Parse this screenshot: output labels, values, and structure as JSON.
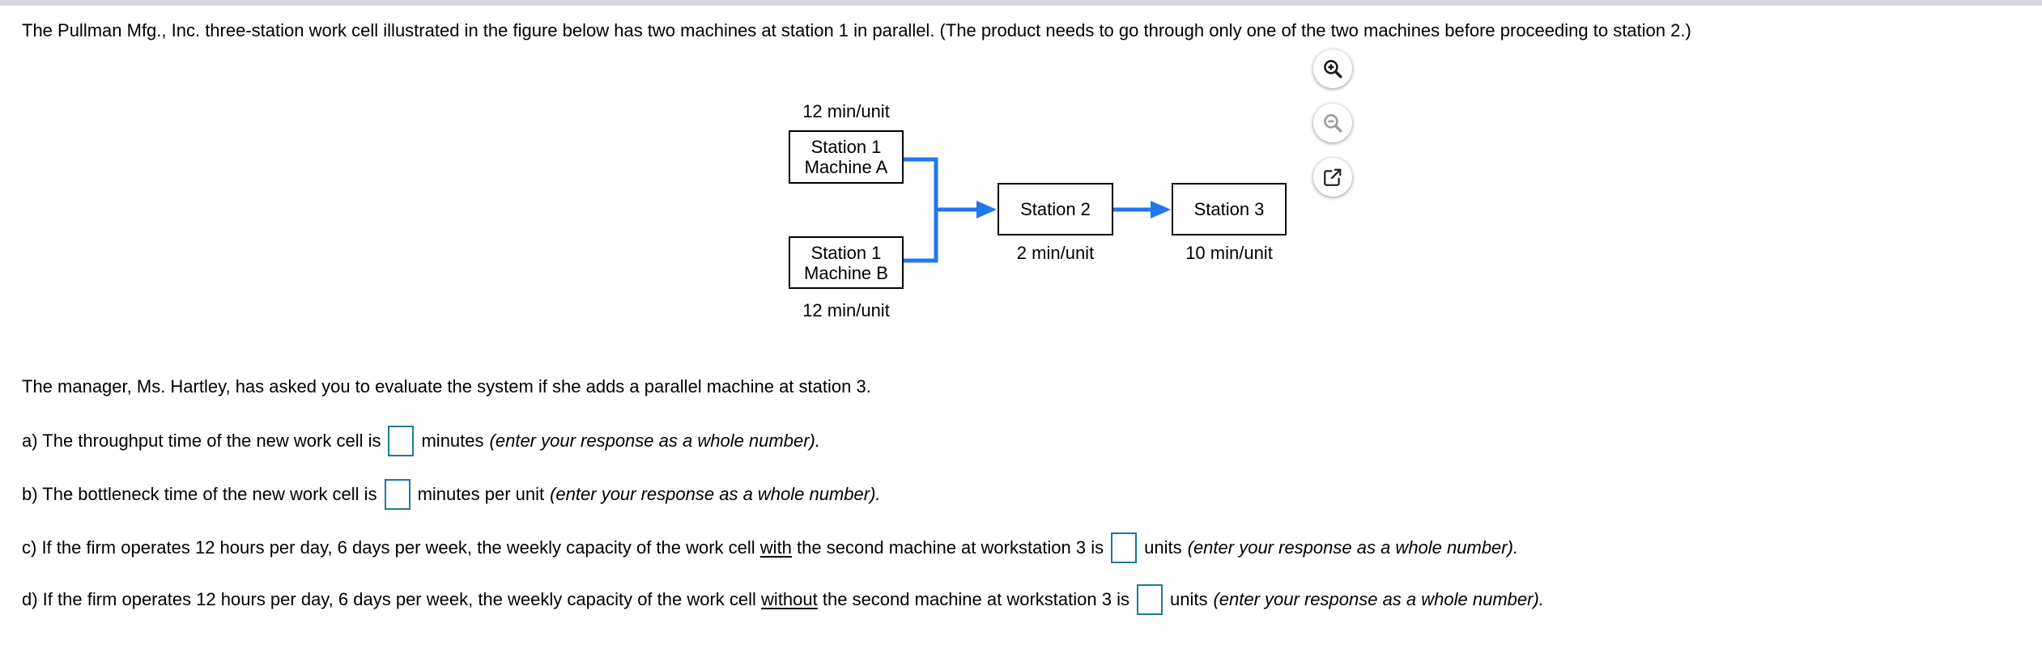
{
  "page": {
    "intro": "The Pullman Mfg., Inc. three-station work cell illustrated in the figure below has two machines at station 1 in parallel. (The product needs to go through only one of the two machines before proceeding to station 2.)",
    "manager_line": "The manager, Ms. Hartley, has asked you to evaluate the system if she adds a parallel machine at station 3."
  },
  "colors": {
    "flow_blue": "#2276f0",
    "input_border": "#1c7b97",
    "topbar": "#d6dade"
  },
  "diagram": {
    "station1a": {
      "line1": "Station 1",
      "line2": "Machine A",
      "rate": "12 min/unit"
    },
    "station1b": {
      "line1": "Station 1",
      "line2": "Machine B",
      "rate": "12 min/unit"
    },
    "station2": {
      "label": "Station 2",
      "rate": "2 min/unit"
    },
    "station3": {
      "label": "Station 3",
      "rate": "10 min/unit"
    }
  },
  "toolbar": {
    "zoom_in": "zoom-in",
    "zoom_out": "zoom-out",
    "open_in_new": "open-in-new"
  },
  "questions": [
    {
      "before1": "a) The throughput time of the new work cell is",
      "underline": "",
      "before2": "",
      "value": "",
      "after": "minutes",
      "note": "(enter your response as a whole number)."
    },
    {
      "before1": "b) The bottleneck time of the new work cell is",
      "underline": "",
      "before2": "",
      "value": "",
      "after": "minutes per unit",
      "note": "(enter your response as a whole number)."
    },
    {
      "before1": "c) If the firm operates 12 hours per day, 6 days per week, the weekly capacity of the work cell ",
      "underline": "with",
      "before2": " the second machine at workstation 3 is",
      "value": "",
      "after": "units",
      "note": "(enter your response as a whole number)."
    },
    {
      "before1": "d) If the firm operates 12 hours per day, 6 days per week, the weekly capacity of the work cell ",
      "underline": "without",
      "before2": " the second machine at workstation 3 is",
      "value": "",
      "after": "units",
      "note": "(enter your response as a whole number)."
    }
  ]
}
